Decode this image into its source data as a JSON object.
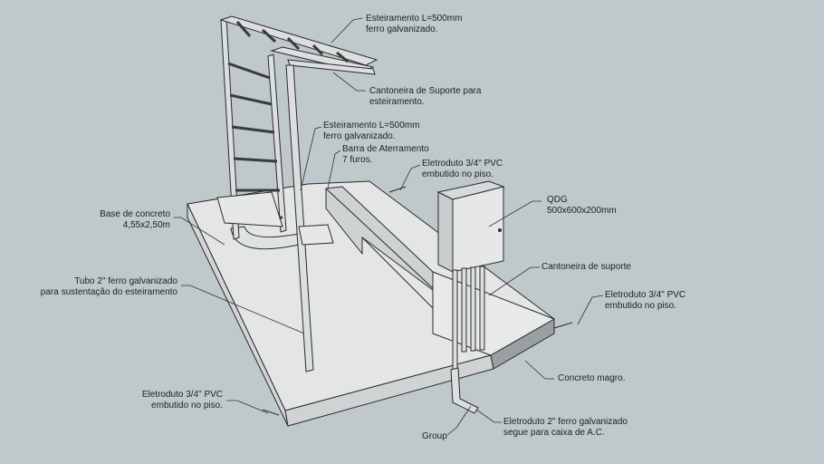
{
  "colors": {
    "background": "#bfc8cb",
    "slab_top": "#e4e6e6",
    "slab_front": "#d3d6d6",
    "slab_side": "#9aa0a1",
    "steel": "#dcdfe0",
    "outline": "#2a2a2a",
    "leader": "#333333"
  },
  "labels": {
    "esteiramento_top": "Esteiramento L=500mm\nferro galvanizado.",
    "cantoneira_suporte_esteiramento": "Cantoneira de Suporte para\nesteiramento.",
    "esteiramento_mid": "Esteiramento L=500mm\nferro galvanizado.",
    "barra_aterramento": "Barra de Aterramento\n7 furos.",
    "eletroduto_pvc_top": "Eletroduto 3/4\" PVC\nembutido no piso.",
    "qdg": "QDG\n500x600x200mm",
    "base_concreto": "Base de concreto\n4,55x2,50m",
    "cantoneira_suporte": "Cantoneira de suporte",
    "tubo_ferro": "Tubo 2\" ferro galvanizado\npara sustentação do esteiramento",
    "eletroduto_pvc_right": "Eletroduto 3/4\" PVC\nembutido no piso.",
    "concreto_magro": "Concreto magro.",
    "eletroduto_pvc_left": "Eletroduto 3/4\" PVC\nembutido no piso.",
    "eletroduto_ferro": "Eletroduto 2\" ferro galvanizado\nsegue para caixa de A.C.",
    "group": "Group"
  }
}
